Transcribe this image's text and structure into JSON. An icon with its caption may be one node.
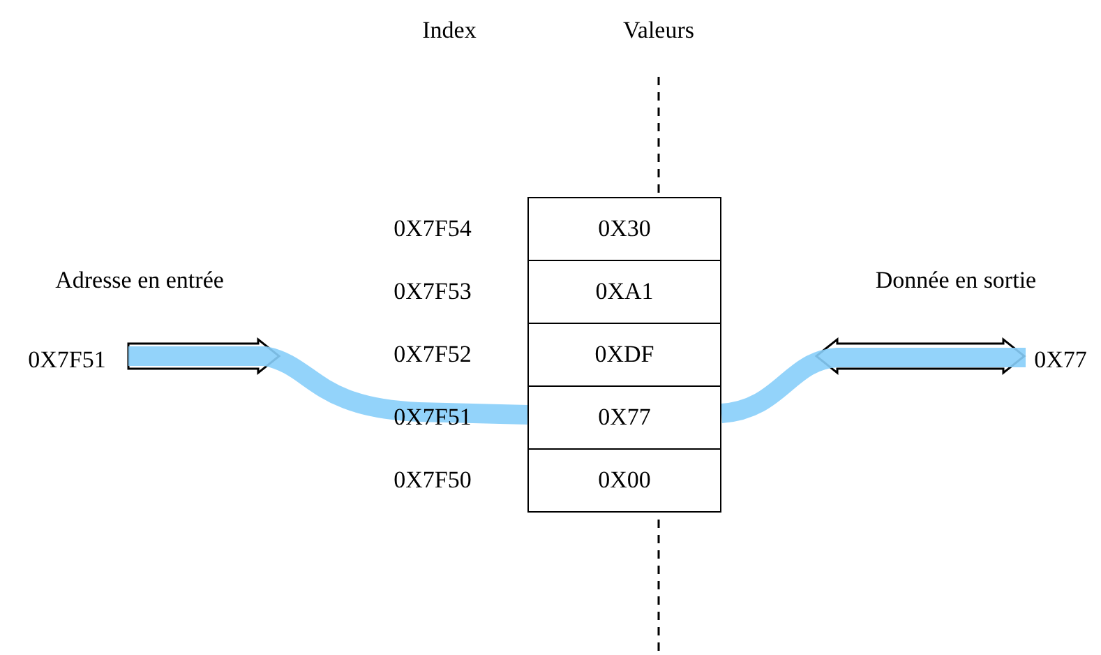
{
  "diagram": {
    "nodes": [
      {
        "text": [
          "0X30"
        ]
      },
      {
        "text": [
          "0XA1"
        ]
      },
      {
        "text": [
          "0XDF"
        ]
      },
      {
        "text": [
          "0X77"
        ]
      },
      {
        "text": [
          "0X00"
        ]
      },
      {
        "text": [
          "0X7F51"
        ]
      },
      {
        "text": [
          "0X77"
        ]
      }
    ],
    "edges": [
      {
        "from": 5,
        "to": null,
        "arrow": "to"
      },
      {
        "from": null,
        "to": 6,
        "arrow": "both"
      },
      {
        "from": 5,
        "to": 3,
        "arrow": "none",
        "color": "#87cefa"
      },
      {
        "from": 3,
        "to": 6,
        "arrow": "none",
        "color": "#87cefa"
      }
    ],
    "labels": [
      "Index",
      "Valeurs",
      "0X7F54",
      "0X7F53",
      "Adresse en entrée",
      "Donnée en sortie",
      "0X7F52",
      "0X7F51",
      "0X7F50"
    ]
  }
}
